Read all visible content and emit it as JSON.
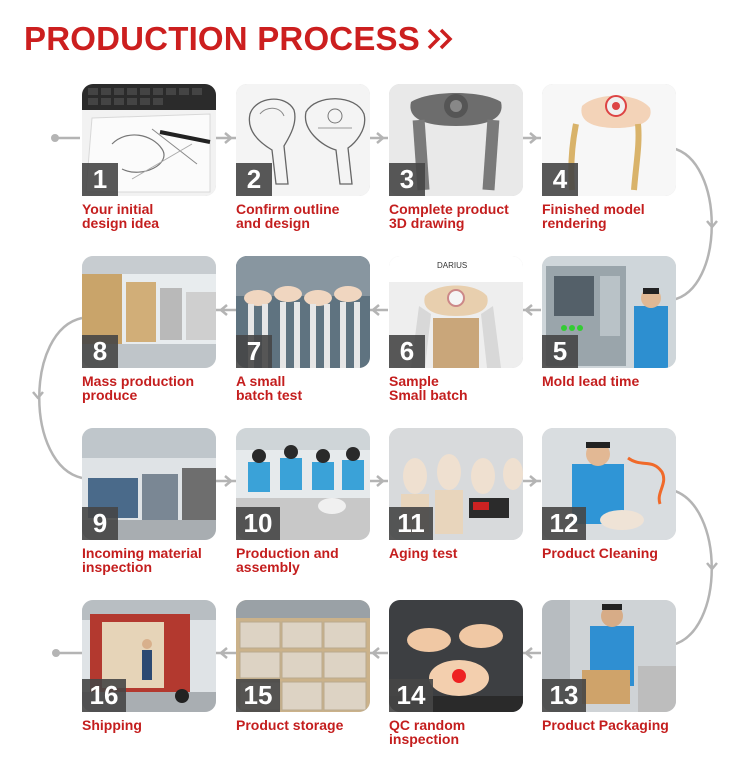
{
  "title": "PRODUCTION PROCESS",
  "colors": {
    "accent": "#cc1f1f",
    "label": "#c41e1e",
    "connector": "#b4b4b4",
    "badge": "#464646"
  },
  "steps": [
    {
      "num": "1",
      "line1": "Your initial",
      "line2": "design idea",
      "photo": "sketch-with-keyboard"
    },
    {
      "num": "2",
      "line1": "Confirm outline",
      "line2": "and design",
      "photo": "outline-drawing"
    },
    {
      "num": "3",
      "line1": "Complete product",
      "line2": "3D drawing",
      "photo": "3d-render-grey"
    },
    {
      "num": "4",
      "line1": "Finished model",
      "line2": "rendering",
      "photo": "model-render-gold"
    },
    {
      "num": "5",
      "line1": "Mold lead time",
      "line2": "",
      "photo": "cnc-machine-worker"
    },
    {
      "num": "6",
      "line1": "Sample",
      "line2": "Small batch",
      "photo": "sample-on-stand"
    },
    {
      "num": "7",
      "line1": "A small",
      "line2": "batch test",
      "photo": "batch-test-rack"
    },
    {
      "num": "8",
      "line1": "Mass production",
      "line2": "produce",
      "photo": "warehouse-shelves"
    },
    {
      "num": "9",
      "line1": "Incoming material",
      "line2": "inspection",
      "photo": "material-pallets"
    },
    {
      "num": "10",
      "line1": "Production and",
      "line2": "assembly",
      "photo": "assembly-line"
    },
    {
      "num": "11",
      "line1": "Aging test",
      "line2": "",
      "photo": "aging-test-mannequins"
    },
    {
      "num": "12",
      "line1": "Product Cleaning",
      "line2": "",
      "photo": "cleaning-worker"
    },
    {
      "num": "13",
      "line1": "Product Packaging",
      "line2": "",
      "photo": "packaging-worker"
    },
    {
      "num": "14",
      "line1": "QC random",
      "line2": "inspection",
      "photo": "qc-inspection"
    },
    {
      "num": "15",
      "line1": "Product storage",
      "line2": "",
      "photo": "stored-boxes"
    },
    {
      "num": "16",
      "line1": "Shipping",
      "line2": "",
      "photo": "truck-loading"
    }
  ]
}
